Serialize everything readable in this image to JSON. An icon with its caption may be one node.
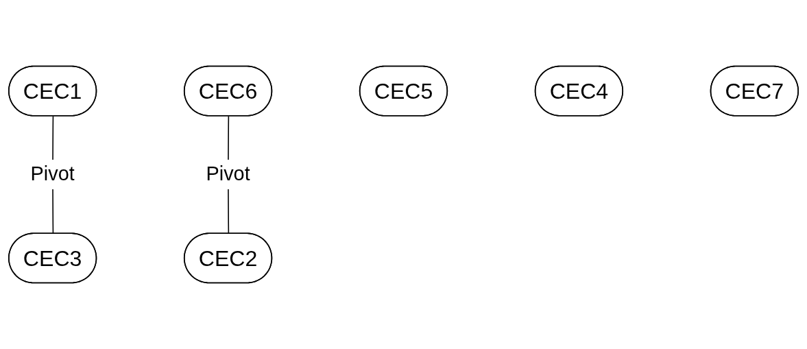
{
  "diagram": {
    "nodes": [
      {
        "text": [
          "CEC1"
        ]
      },
      {
        "text": [
          "CEC6"
        ]
      },
      {
        "text": [
          "CEC3"
        ]
      },
      {
        "text": [
          "CEC2"
        ]
      },
      {
        "text": [
          "CEC5"
        ]
      },
      {
        "text": [
          "CEC4"
        ]
      },
      {
        "text": [
          "CEC7"
        ]
      }
    ],
    "edges": [
      {
        "from": 0,
        "to": 2,
        "arrow": "none",
        "label": "Pivot"
      },
      {
        "from": 1,
        "to": 3,
        "arrow": "none",
        "label": "Pivot"
      }
    ]
  }
}
